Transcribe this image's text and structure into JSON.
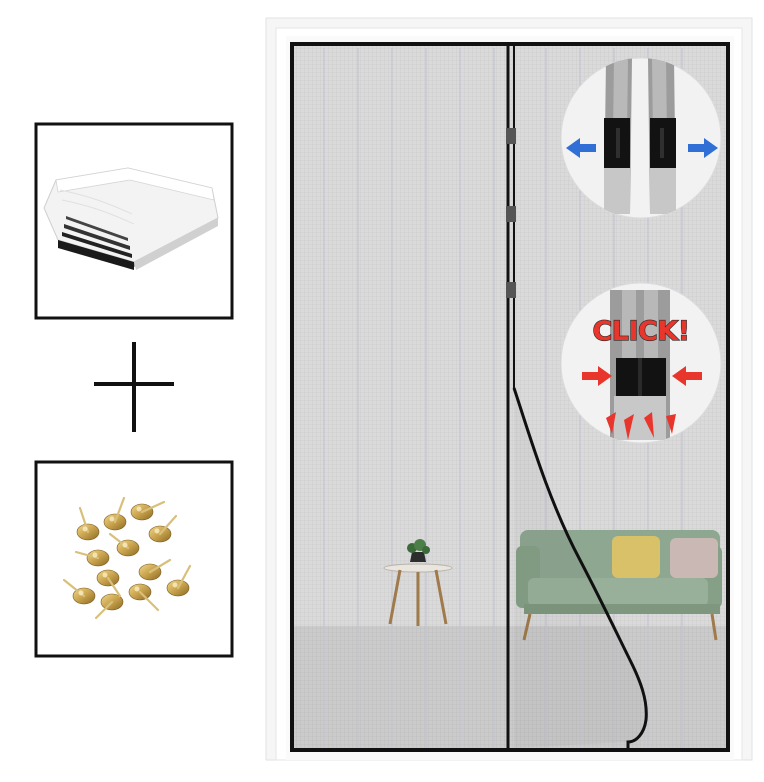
{
  "scene": {
    "callout_click": {
      "label": "CLICK!",
      "color": "#e8362c"
    },
    "colors": {
      "background": "#ffffff",
      "door_frame": "#f4f4f4",
      "screen_border": "#111111",
      "mesh": "#d9d9d9",
      "floor": "#c9c9c9",
      "sofa": "#8da58f",
      "pillow_yellow": "#d9c16a",
      "pillow_grey": "#c9b8b4",
      "open_arrow": "#2f6fd6",
      "close_arrow": "#e8362c",
      "pins": "#c9a24d"
    },
    "icons": [
      "magnetic-strips",
      "plus-icon",
      "pushpins",
      "open-arrows",
      "close-arrows"
    ]
  }
}
